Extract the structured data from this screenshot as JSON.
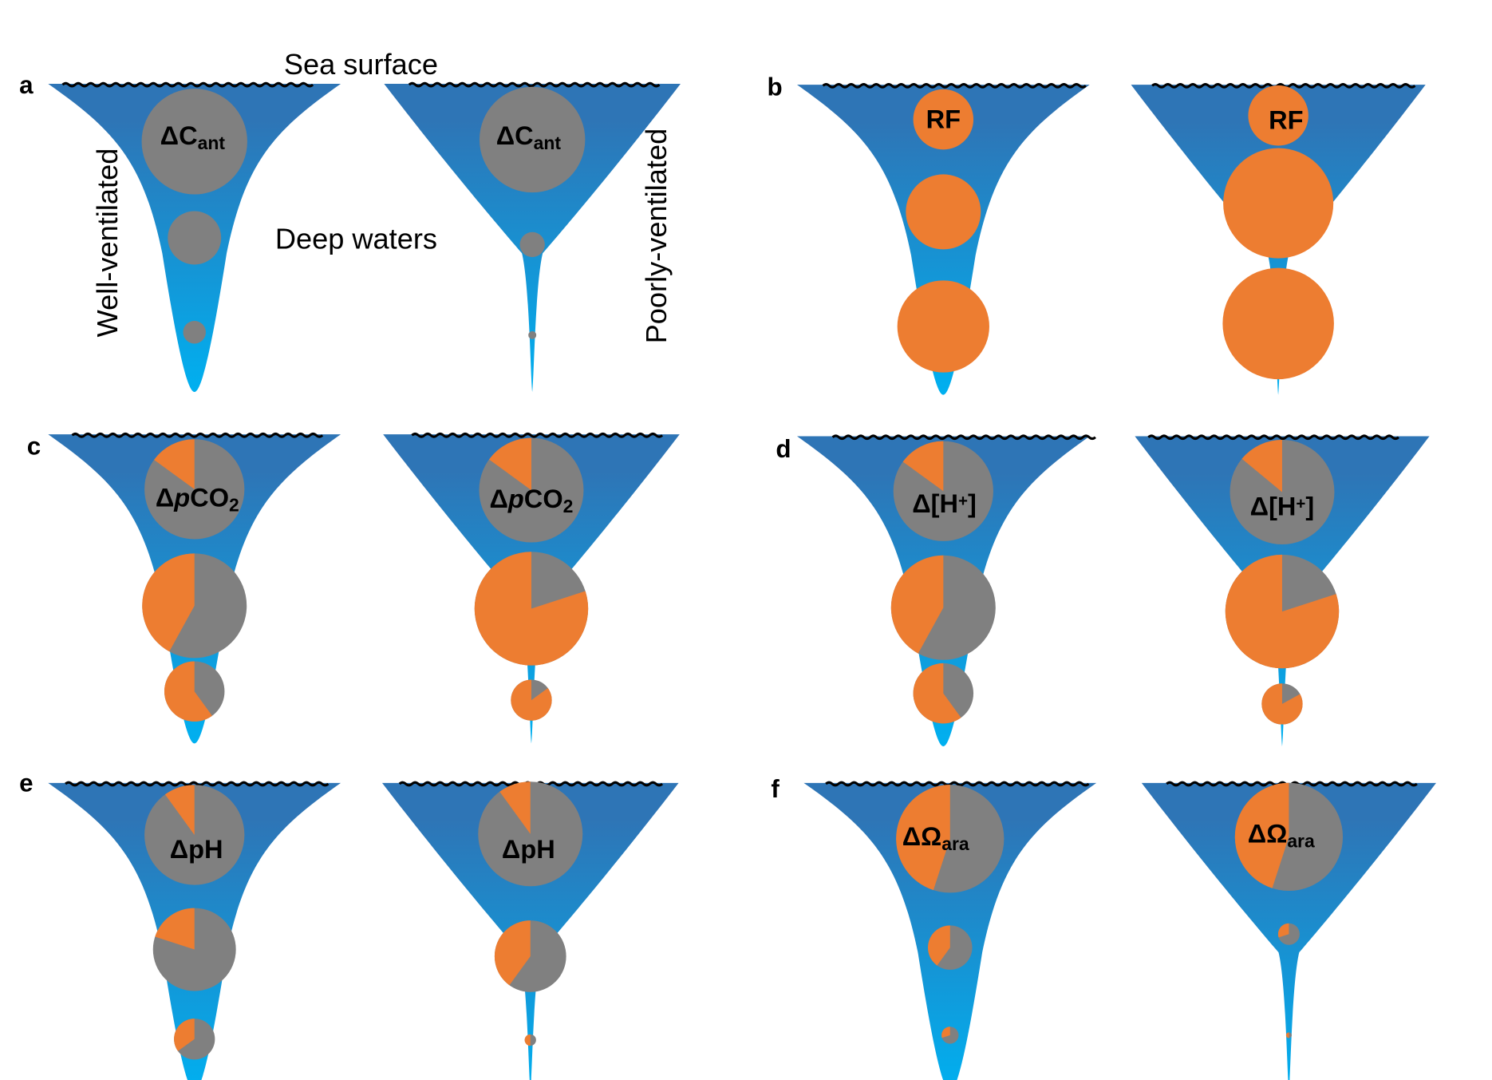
{
  "colors": {
    "surface_blue": "#2e75b6",
    "deep_blue": "#00b0f0",
    "gray": "#808080",
    "orange": "#ed7d31",
    "wave": "#000000"
  },
  "annotations": {
    "sea_surface": "Sea surface",
    "deep_waters": "Deep waters",
    "well_ventilated": "Well-ventilated",
    "poorly_ventilated": "Poorly-ventilated"
  },
  "panels": [
    {
      "letter": "a",
      "label": [
        {
          "t": "ΔC"
        },
        {
          "t": "ant",
          "sub": true
        }
      ],
      "funnels": [
        {
          "type": "well",
          "circles": [
            {
              "rel_size": 0.93,
              "orange_fraction": 0
            },
            {
              "rel_size": 0.47,
              "orange_fraction": 0
            },
            {
              "rel_size": 0.2,
              "orange_fraction": 0
            }
          ]
        },
        {
          "type": "poorly",
          "circles": [
            {
              "rel_size": 0.93,
              "orange_fraction": 0
            },
            {
              "rel_size": 0.22,
              "orange_fraction": 0
            },
            {
              "rel_size": 0.07,
              "orange_fraction": 0
            }
          ]
        }
      ]
    },
    {
      "letter": "b",
      "label": [
        {
          "t": "RF"
        }
      ],
      "funnels": [
        {
          "type": "well",
          "circles": [
            {
              "rel_size": 0.53,
              "orange_fraction": 1
            },
            {
              "rel_size": 0.66,
              "orange_fraction": 1
            },
            {
              "rel_size": 0.81,
              "orange_fraction": 1
            }
          ]
        },
        {
          "type": "poorly",
          "circles": [
            {
              "rel_size": 0.53,
              "orange_fraction": 1
            },
            {
              "rel_size": 0.97,
              "orange_fraction": 1
            },
            {
              "rel_size": 0.98,
              "orange_fraction": 1
            }
          ]
        }
      ]
    },
    {
      "letter": "c",
      "label": [
        {
          "t": "Δ"
        },
        {
          "t": "p",
          "ital": true
        },
        {
          "t": "CO"
        },
        {
          "t": "2",
          "sub": true
        }
      ],
      "funnels": [
        {
          "type": "well",
          "circles": [
            {
              "rel_size": 0.88,
              "orange_fraction": 0.15
            },
            {
              "rel_size": 0.92,
              "orange_fraction": 0.42
            },
            {
              "rel_size": 0.53,
              "orange_fraction": 0.6
            }
          ]
        },
        {
          "type": "poorly",
          "circles": [
            {
              "rel_size": 0.92,
              "orange_fraction": 0.15
            },
            {
              "rel_size": 1.0,
              "orange_fraction": 0.8
            },
            {
              "rel_size": 0.36,
              "orange_fraction": 0.85
            }
          ]
        }
      ]
    },
    {
      "letter": "d",
      "label": [
        {
          "t": "Δ[H"
        },
        {
          "t": "+",
          "sup": true
        },
        {
          "t": "]"
        }
      ],
      "funnels": [
        {
          "type": "well",
          "circles": [
            {
              "rel_size": 0.88,
              "orange_fraction": 0.15
            },
            {
              "rel_size": 0.92,
              "orange_fraction": 0.42
            },
            {
              "rel_size": 0.53,
              "orange_fraction": 0.6
            }
          ]
        },
        {
          "type": "poorly",
          "circles": [
            {
              "rel_size": 0.92,
              "orange_fraction": 0.14
            },
            {
              "rel_size": 1.0,
              "orange_fraction": 0.8
            },
            {
              "rel_size": 0.36,
              "orange_fraction": 0.83
            }
          ]
        }
      ]
    },
    {
      "letter": "e",
      "label": [
        {
          "t": "ΔpH"
        }
      ],
      "funnels": [
        {
          "type": "well",
          "circles": [
            {
              "rel_size": 0.88,
              "orange_fraction": 0.1
            },
            {
              "rel_size": 0.73,
              "orange_fraction": 0.2
            },
            {
              "rel_size": 0.36,
              "orange_fraction": 0.35
            }
          ]
        },
        {
          "type": "poorly",
          "circles": [
            {
              "rel_size": 0.92,
              "orange_fraction": 0.1
            },
            {
              "rel_size": 0.63,
              "orange_fraction": 0.4
            },
            {
              "rel_size": 0.1,
              "orange_fraction": 0.5
            }
          ]
        }
      ]
    },
    {
      "letter": "f",
      "label": [
        {
          "t": "ΔΩ"
        },
        {
          "t": "ara",
          "sub": true
        }
      ],
      "funnels": [
        {
          "type": "well",
          "circles": [
            {
              "rel_size": 0.95,
              "orange_fraction": 0.45
            },
            {
              "rel_size": 0.39,
              "orange_fraction": 0.4
            },
            {
              "rel_size": 0.15,
              "orange_fraction": 0.3
            }
          ]
        },
        {
          "type": "poorly",
          "circles": [
            {
              "rel_size": 0.95,
              "orange_fraction": 0.45
            },
            {
              "rel_size": 0.19,
              "orange_fraction": 0.3
            },
            {
              "rel_size": 0.05,
              "orange_fraction": 0.5
            }
          ]
        }
      ]
    }
  ]
}
